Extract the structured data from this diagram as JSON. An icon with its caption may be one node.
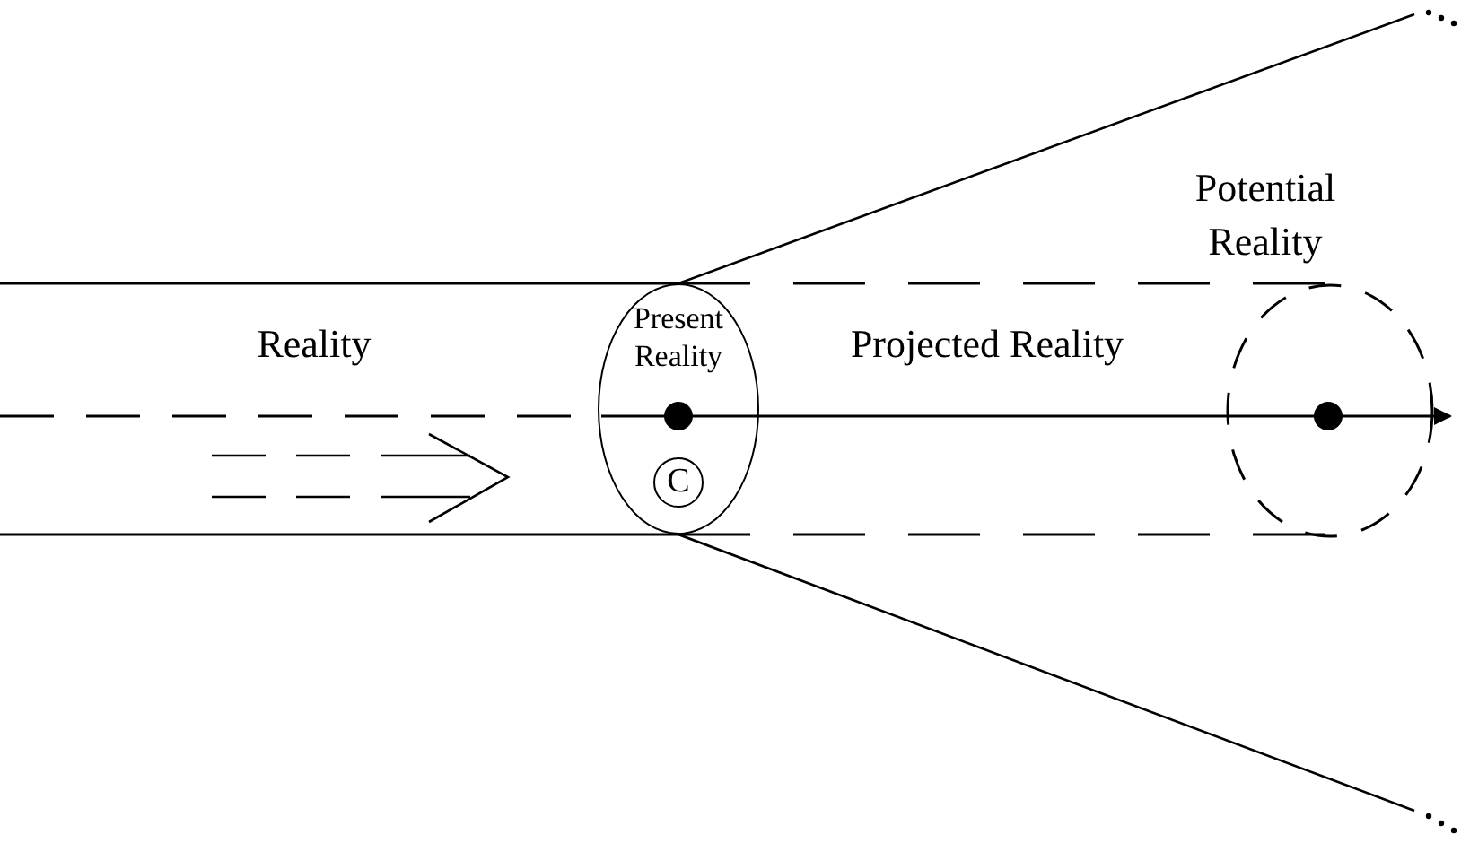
{
  "diagram": {
    "nodes": [
      {
        "text": [
          "Present Reality"
        ]
      },
      {
        "text": [
          "C"
        ],
        "in": 0
      },
      {
        "text": [],
        "shape": "circle"
      }
    ],
    "labels": [
      "Potential Reality",
      "Reality",
      "Projected Reality"
    ]
  }
}
